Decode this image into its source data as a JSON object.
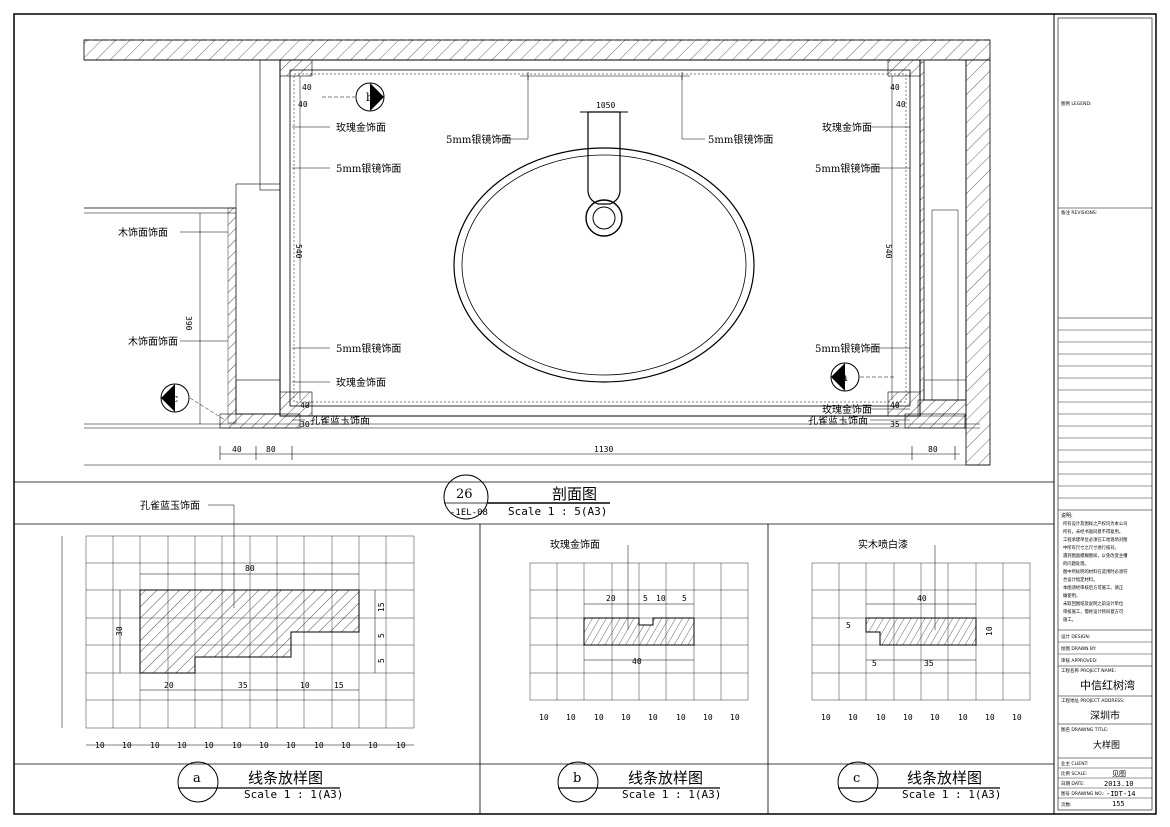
{
  "section": {
    "labels": {
      "rose_gold": "玫瑰金饰面",
      "silver_mirror": "5mm银镜饰面",
      "wood": "木饰面饰面",
      "jade": "孔雀蓝玉饰面"
    },
    "dims": {
      "d40": "40",
      "d30": "30",
      "d80": "80",
      "d540": "540",
      "d390": "390",
      "d1130": "1130",
      "d1050": "1050",
      "d35": "35"
    },
    "bubble_a": "a",
    "bubble_b": "b",
    "bubble_c": "c",
    "title": {
      "number": "26",
      "sheet": "-1EL-08",
      "name": "剖面图",
      "scale": "Scale 1 : 5(A3)"
    }
  },
  "detail_a": {
    "label": "孔雀蓝玉饰面",
    "dims": {
      "w80": "80",
      "h30": "30",
      "d20": "20",
      "d35": "35",
      "d10": "10",
      "d15": "15",
      "d5": "5"
    },
    "grid_label": "10",
    "title": {
      "letter": "a",
      "name": "线条放样图",
      "scale": "Scale 1 : 1(A3)"
    }
  },
  "detail_b": {
    "label": "玫瑰金饰面",
    "dims": {
      "d20": "20",
      "d5": "5",
      "d10": "10",
      "d40": "40"
    },
    "grid_label": "10",
    "title": {
      "letter": "b",
      "name": "线条放样图",
      "scale": "Scale 1 : 1(A3)"
    }
  },
  "detail_c": {
    "label": "实木喷白漆",
    "dims": {
      "d40": "40",
      "d5": "5",
      "d35": "35",
      "d10": "10"
    },
    "grid_label": "10",
    "title": {
      "letter": "c",
      "name": "线条放样图",
      "scale": "Scale 1 : 1(A3)"
    }
  },
  "title_block": {
    "legend": "图例 LEGEND:",
    "revisions": "备注 REVISIONS:",
    "notes_title": "说明:",
    "notes": [
      "所有设计及图样之产权均为本公司",
      "所有，未经书面同意不得复用。",
      "工程承建单位必须在工地现场对图",
      "中所有尺寸之尺寸进行核对。",
      "遇到图面模糊图样，以免改变主槽",
      "的问题处理。",
      "图中所标明的材料在选用时必须符",
      "合设计指定材料。",
      "本图须经审核后方可施工。请正",
      "确使用。",
      "未取回图纸及说明之前设计单位",
      "审核施工，需经设计师同意方可",
      "施工。"
    ],
    "design": "设计 DESIGN:",
    "drawn_by": "绘图 DRAWN BY:",
    "approved_by": "审核 APPROVED:",
    "project_name_label": "工程名称 PROJECT NAME:",
    "project_name": "中信红树湾",
    "project_address_label": "工程地址 PROJECT ADDRESS:",
    "project_address": "深圳市",
    "drawing_title_label": "图名 DRAWING TITLE:",
    "drawing_title": "大样图",
    "client_label": "业主 CLIENT:",
    "scale_label": "比例 SCALE:",
    "scale": "见图",
    "date_label": "日期 DATE:",
    "date": "2013.10",
    "drawing_no_label": "图号 DRAWING NO.:",
    "drawing_no": "-IDT-14",
    "page_label": "页数:",
    "page": "155"
  }
}
